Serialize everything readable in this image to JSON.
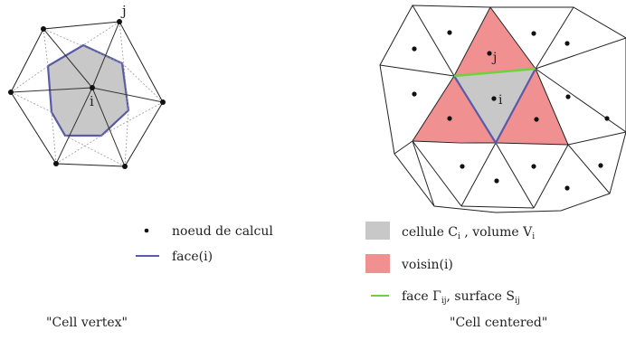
{
  "left_diagram": {
    "node_j_label": "j",
    "node_i_label": "i",
    "caption": "\"Cell  vertex\""
  },
  "right_diagram": {
    "node_j_label": "j",
    "node_i_label": "i",
    "caption": "\"Cell  centered\""
  },
  "legend_left": {
    "item1": "noeud de calcul",
    "item2": "face(i)"
  },
  "legend_right": {
    "cell_prefix": "cellule C",
    "cell_sub": "i",
    "cell_mid": " , volume V",
    "cell_sub2": "i",
    "neighbor": "voisin(i)",
    "face_prefix": "face Γ",
    "face_sub": "ij",
    "face_mid": ", surface S",
    "face_sub2": "ij"
  },
  "colors": {
    "cell_fill": "#c8c8c8",
    "face_stroke": "#5a5aa8",
    "neighbor_fill": "#f09090",
    "interface_stroke": "#6fd23c"
  }
}
